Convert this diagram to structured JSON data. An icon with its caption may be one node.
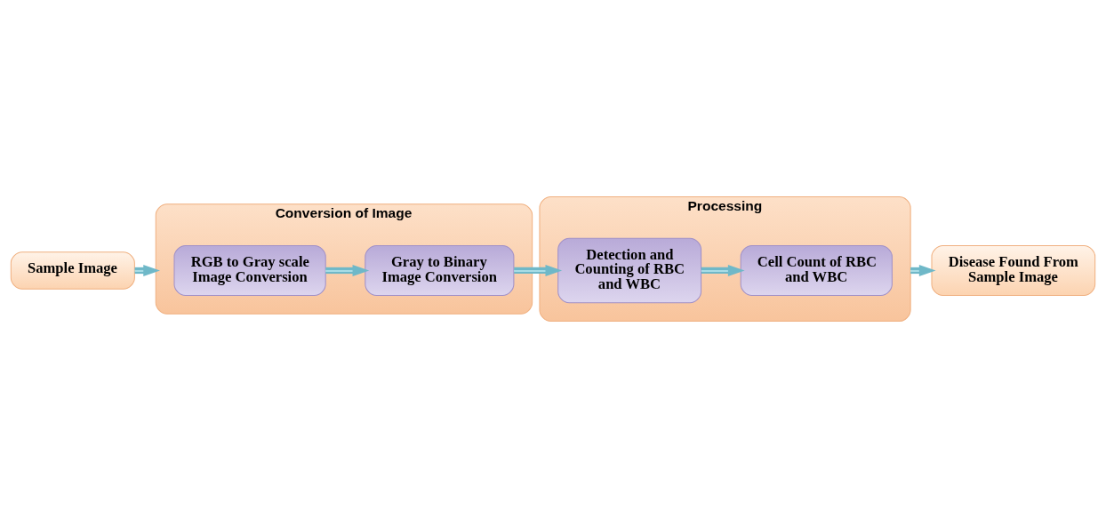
{
  "diagram": {
    "nodes": [
      {
        "text": [
          "Sample Image"
        ]
      },
      {
        "text": [
          "Conversion of Image"
        ]
      },
      {
        "text": [
          "RGB to Gray scale Image Conversion"
        ],
        "in": 1
      },
      {
        "text": [
          "Gray to Binary Image Conversion"
        ],
        "in": 1
      },
      {
        "text": [
          "Processing"
        ]
      },
      {
        "text": [
          "Cell Count of RBC and WBC"
        ],
        "in": 4
      },
      {
        "text": [
          "Detection and Counting of RBC and WBC"
        ],
        "in": 4
      },
      {
        "text": [
          "Disease Found From Sample Image"
        ]
      }
    ],
    "edges": [
      {
        "from": 0,
        "to": 1,
        "arrow": "to"
      },
      {
        "from": 2,
        "to": 3,
        "arrow": "to"
      },
      {
        "from": 3,
        "to": 6,
        "arrow": "to"
      },
      {
        "from": 6,
        "to": 5,
        "arrow": "to"
      },
      {
        "from": 4,
        "to": 7,
        "arrow": "to"
      }
    ]
  }
}
